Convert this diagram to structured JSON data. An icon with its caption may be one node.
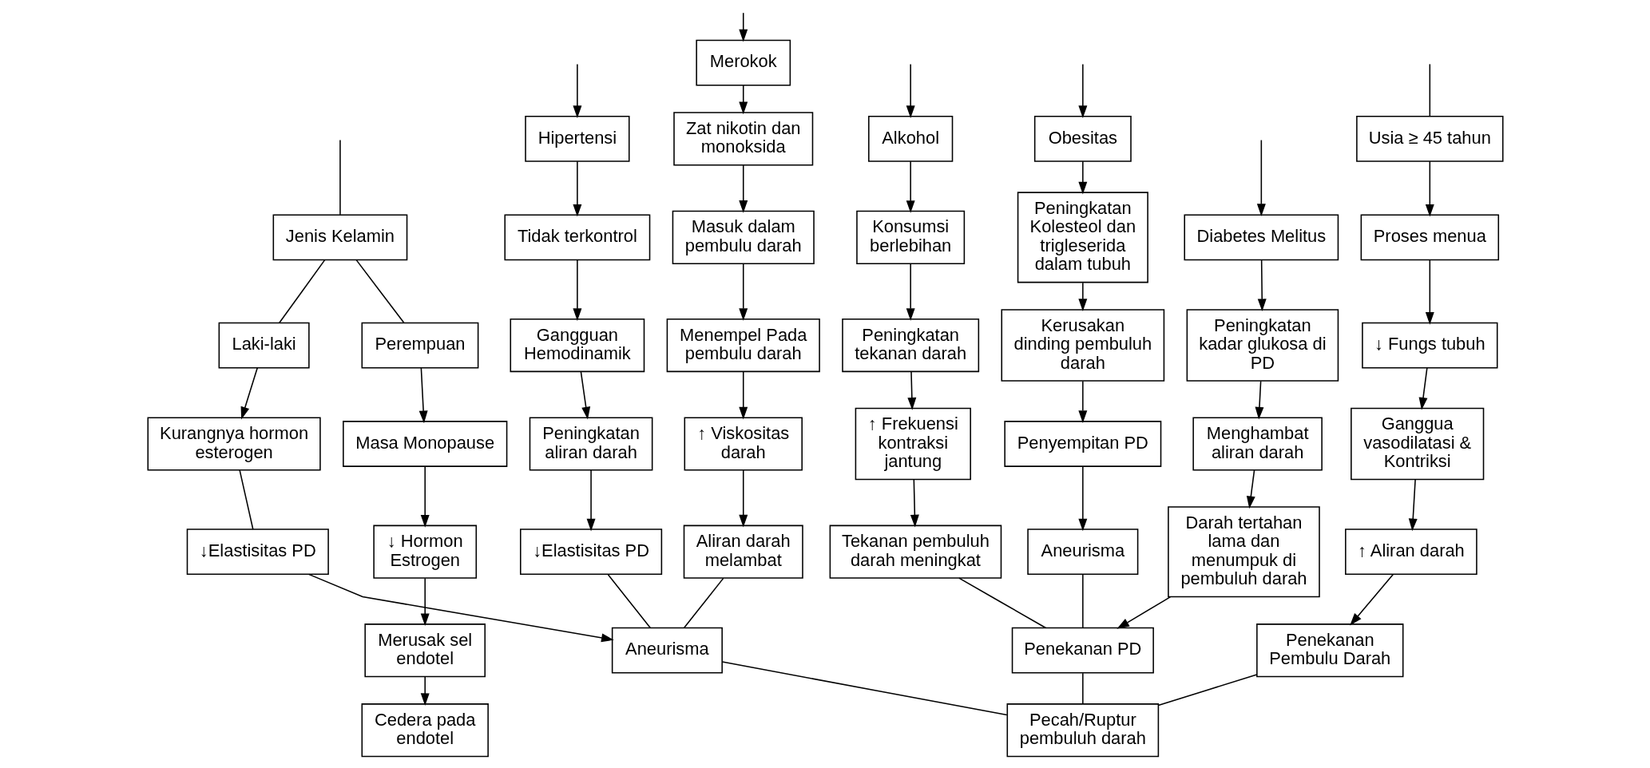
{
  "diagram": {
    "nodes": [
      {
        "text": [
          "Usia ≥ 45 tahun"
        ]
      },
      {
        "text": [
          "Jenis Kelamin"
        ]
      },
      {
        "text": [
          "Proses menua"
        ]
      },
      {
        "text": [
          "↓ Fungs tubuh"
        ]
      },
      {
        "text": [
          "Ganggua vasodilatasi & Kontriksi"
        ]
      },
      {
        "text": [
          "↑ Aliran darah"
        ]
      },
      {
        "text": [
          "Penekanan Pembulu Darah"
        ]
      },
      {
        "text": [
          "Laki-laki"
        ]
      },
      {
        "text": [
          "Perempuan"
        ]
      },
      {
        "text": [
          "Kurangnya hormon esterogen"
        ]
      },
      {
        "text": [
          "Masa Monopause"
        ]
      },
      {
        "text": [
          "↓ Hormon Estrogen"
        ]
      },
      {
        "text": [
          "Merusak sel endotel"
        ]
      },
      {
        "text": [
          "Cedera pada endotel"
        ]
      },
      {
        "text": [
          "↓Elastisitas PD"
        ]
      },
      {
        "text": [
          "Aneurisma"
        ]
      },
      {
        "text": [
          "Hipertensi"
        ]
      },
      {
        "text": [
          "Tidak terkontrol"
        ]
      },
      {
        "text": [
          "Gangguan Hemodinamik"
        ]
      },
      {
        "text": [
          "Peningkatan aliran darah"
        ]
      },
      {
        "text": [
          "↓Elastisitas PD"
        ]
      },
      {
        "text": [
          "Merokok"
        ]
      },
      {
        "text": [
          "Zat nikotin dan monoksida"
        ]
      },
      {
        "text": [
          "Masuk dalam pembulu darah"
        ]
      },
      {
        "text": [
          "Menempel Pada pembulu darah"
        ]
      },
      {
        "text": [
          "↑ Viskositas darah"
        ]
      },
      {
        "text": [
          "Aliran darah melambat"
        ]
      },
      {
        "text": [
          "Diabetes Melitus"
        ]
      },
      {
        "text": [
          "Peningkatan kadar glukosa di PD"
        ]
      },
      {
        "text": [
          "Menghambat aliran darah"
        ]
      },
      {
        "text": [
          "Darah tertahan lama dan menumpuk di pembuluh darah"
        ]
      },
      {
        "text": [
          "Penekanan PD"
        ]
      },
      {
        "text": [
          "Alkohol"
        ]
      },
      {
        "text": [
          "Konsumsi berlebihan"
        ]
      },
      {
        "text": [
          "Peningkatan tekanan darah"
        ]
      },
      {
        "text": [
          "↑ Frekuensi kontraksi jantung"
        ]
      },
      {
        "text": [
          "Tekanan pembuluh darah meningkat"
        ]
      },
      {
        "text": [
          "Obesitas"
        ]
      },
      {
        "text": [
          "Peningkatan Kolesteol dan trigleserida dalam tubuh"
        ]
      },
      {
        "text": [
          "Kerusakan dinding pembuluh darah"
        ]
      },
      {
        "text": [
          "Penyempitan PD"
        ]
      },
      {
        "text": [
          "Aneurisma"
        ]
      },
      {
        "text": [
          "Pecah/Ruptur pembuluh darah"
        ]
      }
    ],
    "edges": [
      {
        "from": null,
        "to": 0,
        "arrow": "none"
      },
      {
        "from": null,
        "to": 1,
        "arrow": "none"
      },
      {
        "from": 0,
        "to": 2,
        "arrow": "to"
      },
      {
        "from": 2,
        "to": 3,
        "arrow": "to"
      },
      {
        "from": 3,
        "to": 4,
        "arrow": "to"
      },
      {
        "from": 4,
        "to": 5,
        "arrow": "to"
      },
      {
        "from": 5,
        "to": 6,
        "arrow": "to"
      },
      {
        "from": 1,
        "to": 7,
        "arrow": "none"
      },
      {
        "from": 1,
        "to": 8,
        "arrow": "none"
      },
      {
        "from": 7,
        "to": 9,
        "arrow": "to"
      },
      {
        "from": 8,
        "to": 10,
        "arrow": "to"
      },
      {
        "from": 10,
        "to": 11,
        "arrow": "to"
      },
      {
        "from": 11,
        "to": 12,
        "arrow": "to"
      },
      {
        "from": 12,
        "to": 13,
        "arrow": "to"
      },
      {
        "from": 9,
        "to": 14,
        "arrow": "none"
      },
      {
        "from": 14,
        "to": 15,
        "arrow": "to"
      },
      {
        "from": null,
        "to": 16,
        "arrow": "to"
      },
      {
        "from": 16,
        "to": 17,
        "arrow": "to"
      },
      {
        "from": 17,
        "to": 18,
        "arrow": "to"
      },
      {
        "from": 18,
        "to": 19,
        "arrow": "to"
      },
      {
        "from": 19,
        "to": 20,
        "arrow": "to"
      },
      {
        "from": 20,
        "to": 15,
        "arrow": "none"
      },
      {
        "from": null,
        "to": 21,
        "arrow": "to"
      },
      {
        "from": 21,
        "to": 22,
        "arrow": "to"
      },
      {
        "from": 22,
        "to": 23,
        "arrow": "to"
      },
      {
        "from": 23,
        "to": 24,
        "arrow": "to"
      },
      {
        "from": 24,
        "to": 25,
        "arrow": "to"
      },
      {
        "from": 25,
        "to": 26,
        "arrow": "to"
      },
      {
        "from": 26,
        "to": 15,
        "arrow": "none"
      },
      {
        "from": null,
        "to": 27,
        "arrow": "to"
      },
      {
        "from": 27,
        "to": 28,
        "arrow": "to"
      },
      {
        "from": 28,
        "to": 29,
        "arrow": "to"
      },
      {
        "from": 29,
        "to": 30,
        "arrow": "to"
      },
      {
        "from": 30,
        "to": 31,
        "arrow": "to"
      },
      {
        "from": null,
        "to": 32,
        "arrow": "to"
      },
      {
        "from": 32,
        "to": 33,
        "arrow": "to"
      },
      {
        "from": 33,
        "to": 34,
        "arrow": "to"
      },
      {
        "from": 34,
        "to": 35,
        "arrow": "to"
      },
      {
        "from": 35,
        "to": 36,
        "arrow": "to"
      },
      {
        "from": null,
        "to": 37,
        "arrow": "to"
      },
      {
        "from": 37,
        "to": 38,
        "arrow": "to"
      },
      {
        "from": 38,
        "to": 39,
        "arrow": "to"
      },
      {
        "from": 39,
        "to": 40,
        "arrow": "to"
      },
      {
        "from": 40,
        "to": 41,
        "arrow": "to"
      },
      {
        "from": 36,
        "to": 31,
        "arrow": "none"
      },
      {
        "from": 41,
        "to": 31,
        "arrow": "none"
      },
      {
        "from": 6,
        "to": 42,
        "arrow": "none"
      },
      {
        "from": 15,
        "to": 42,
        "arrow": "none"
      },
      {
        "from": 31,
        "to": 42,
        "arrow": "none"
      }
    ]
  }
}
